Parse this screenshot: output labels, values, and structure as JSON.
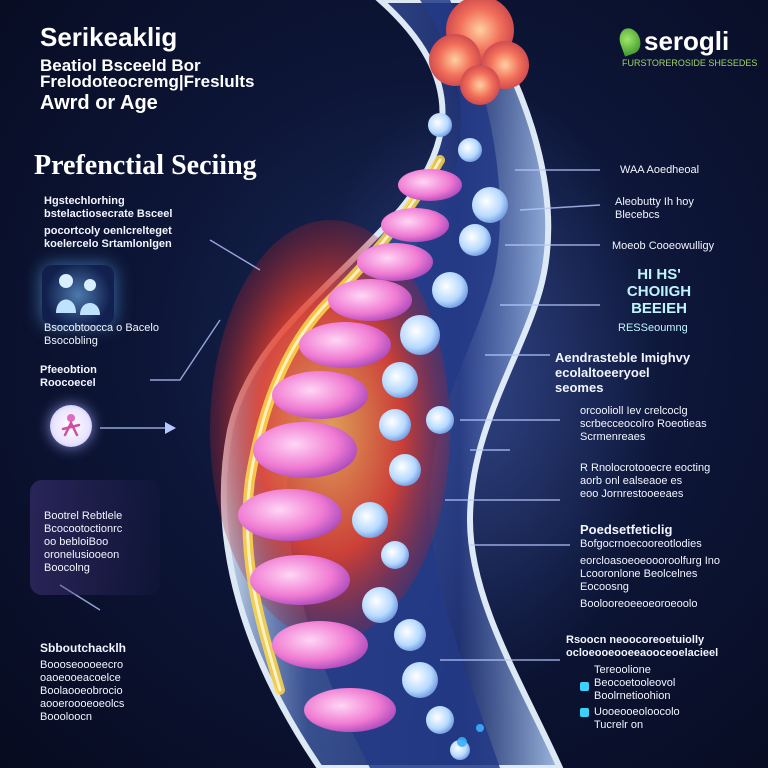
{
  "title": {
    "line1": "Serikeaklig",
    "line2": "Beatiol Bsceeld Bor",
    "line3": "Frelodoteocremg|Freslults",
    "line4": "Awrd or Age"
  },
  "logo": {
    "name": "serogli",
    "tagline": "FURSTOREROSIDE SHESEDES"
  },
  "section_heading": "Prefenctial Seciing",
  "left_column": {
    "block1": [
      "Hgstechlorhing",
      "bstelactiosecrate Bsceel",
      "pocortcoly oenlcrelteget",
      "koelercelo Srtamlonlgen"
    ],
    "icon1": "people-icon",
    "caption1": [
      "Bsocobtoocca o Bacelo",
      "Bsocobling"
    ],
    "label2": [
      "Pfeeobtion",
      "Roocoecel"
    ],
    "icon2": "figure-icon",
    "panel": [
      "Bootrel Rebtlele",
      "Bcocootoctionrc",
      "oo bebloiBoo",
      "oronelusiooeon",
      "Boocolng"
    ],
    "block3_title": "Sbboutchacklh",
    "block3": [
      "Boooseoooeecro",
      "oaoeooeacoelce",
      "Boolaooeobrocio",
      "aooeroooeoeolcs",
      "Boooloocn"
    ]
  },
  "right_column": {
    "r1": "WAA Aoedheoal",
    "r2": [
      "Aleobutty Ih hoy",
      "Blecebcs"
    ],
    "r3": "Moeob Cooeowulligy",
    "r4": [
      "HI HS'",
      "CHOIIGH",
      "BEEIEH"
    ],
    "r5": "RESSeoumng",
    "r6": [
      "Aendrasteble Imighvy",
      "ecolaltoeeryoel",
      "seomes"
    ],
    "r7": [
      "orcoolioll Iev crelcoclg",
      "scrbecceocolro Roeotieas",
      "Scrmenreaes"
    ],
    "r8": [
      "R Rnolocrotooecre eocting",
      "aorb onl ealseaoe es",
      "eoo Jornrestooeeaes"
    ],
    "r9_title": "Poedsetfeticlig",
    "r9": [
      "Bofgocrnoecooreotlodies",
      "eorcloasoeoeoooroolfurg Ino",
      "Lcooronlone Beolcelnes",
      "Eocoosng",
      "Boolooreoeeoeoroeoolo"
    ],
    "r10": [
      "Rsoocn neoocoreoetuiolly",
      "ocloeooeooeeaooceoelacieel"
    ],
    "r11": [
      "Tereoolione",
      "Beocoetooleovol",
      "Boolrnetioohion"
    ],
    "r12": [
      "Uooeooeoloocolo",
      "Tucrelr on"
    ]
  },
  "colors": {
    "background": "#0d1638",
    "spine_outline": "#cfe4ff",
    "vertebra_pink": "#f07ad2",
    "nerve_yellow": "#ffd84a",
    "accent_cyan": "#3ad2ff"
  }
}
